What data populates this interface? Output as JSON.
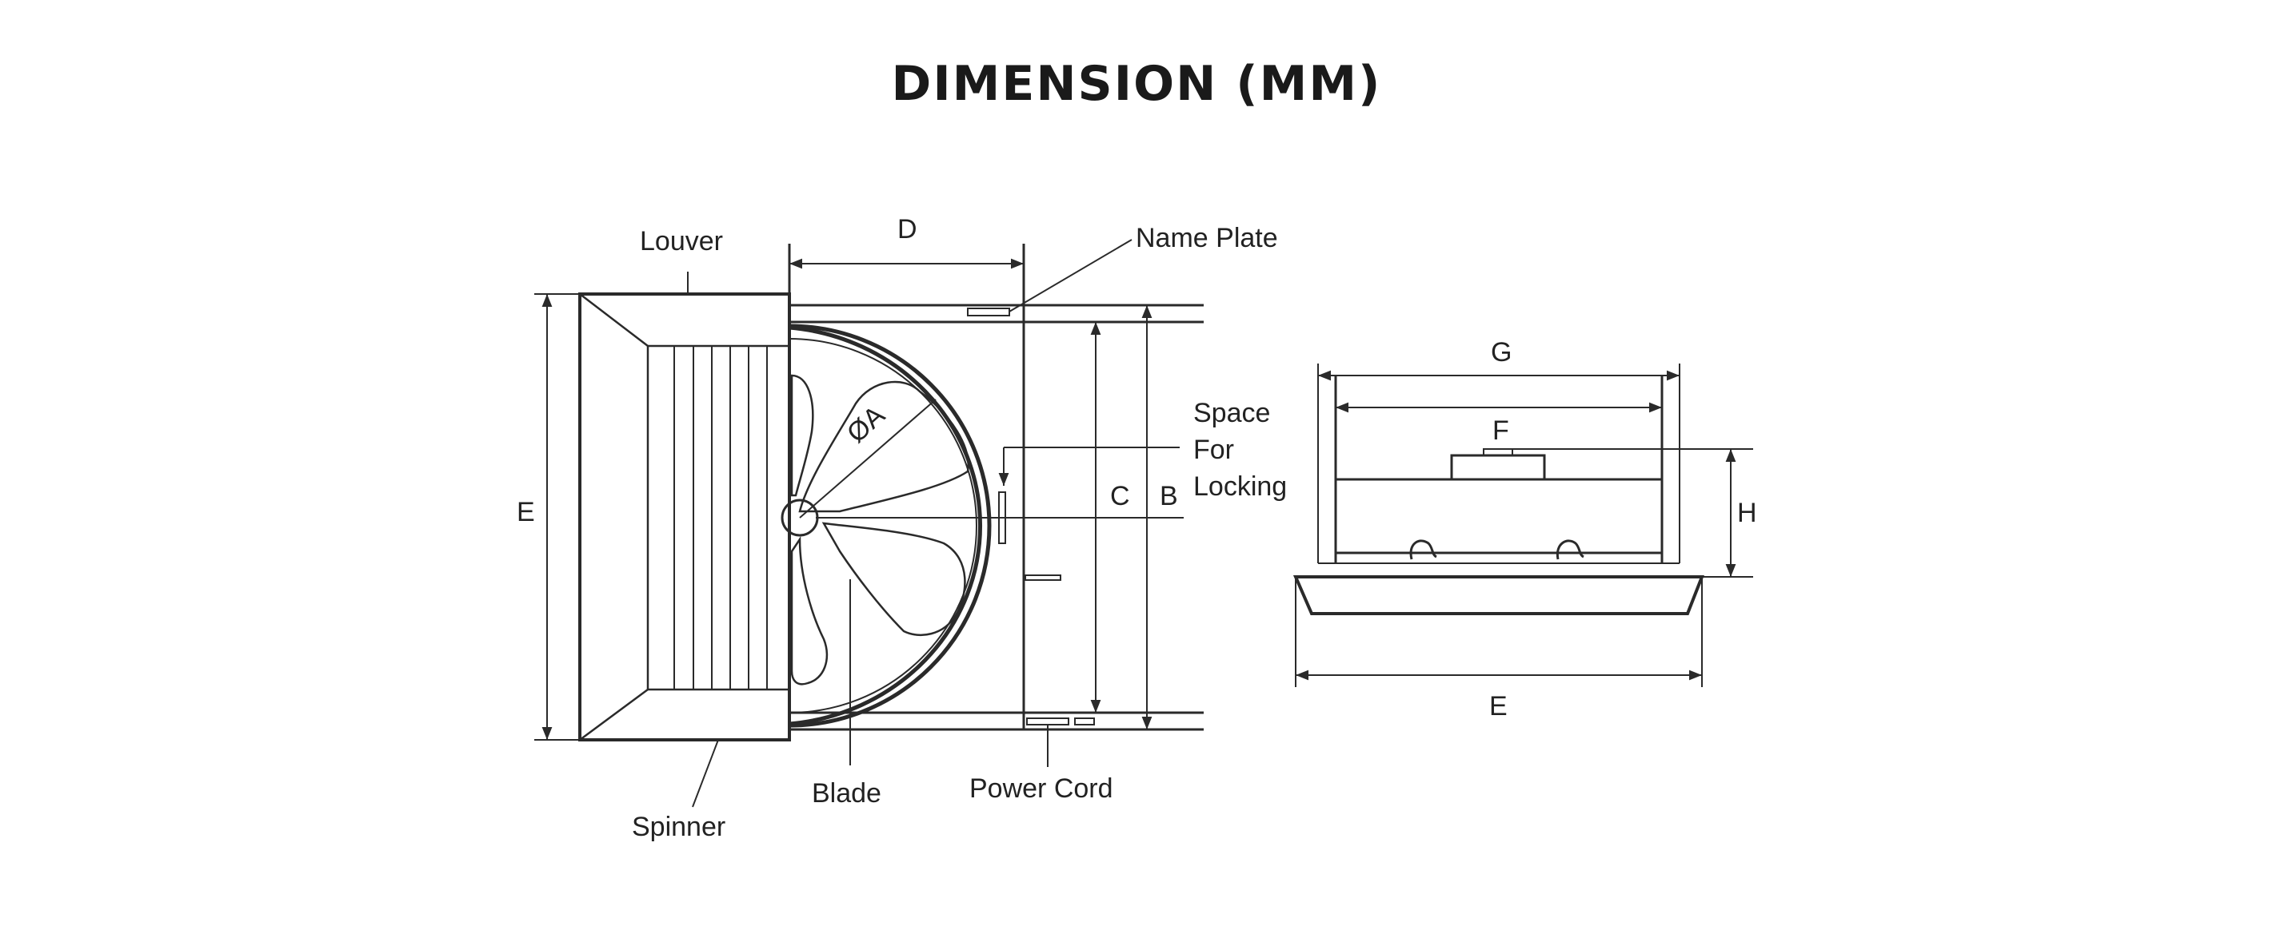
{
  "title": "DIMENSION (MM)",
  "labels": {
    "louver": "Louver",
    "d": "D",
    "name_plate": "Name Plate",
    "e": "E",
    "phi_a": "ØA",
    "space_for_locking": [
      "Space",
      "For",
      "Locking"
    ],
    "c": "C",
    "b": "B",
    "spinner": "Spinner",
    "blade": "Blade",
    "power_cord": "Power Cord",
    "g": "G",
    "f": "F",
    "h": "H",
    "e2": "E"
  },
  "colors": {
    "line": "#2a2a2a",
    "text": "#222222"
  }
}
